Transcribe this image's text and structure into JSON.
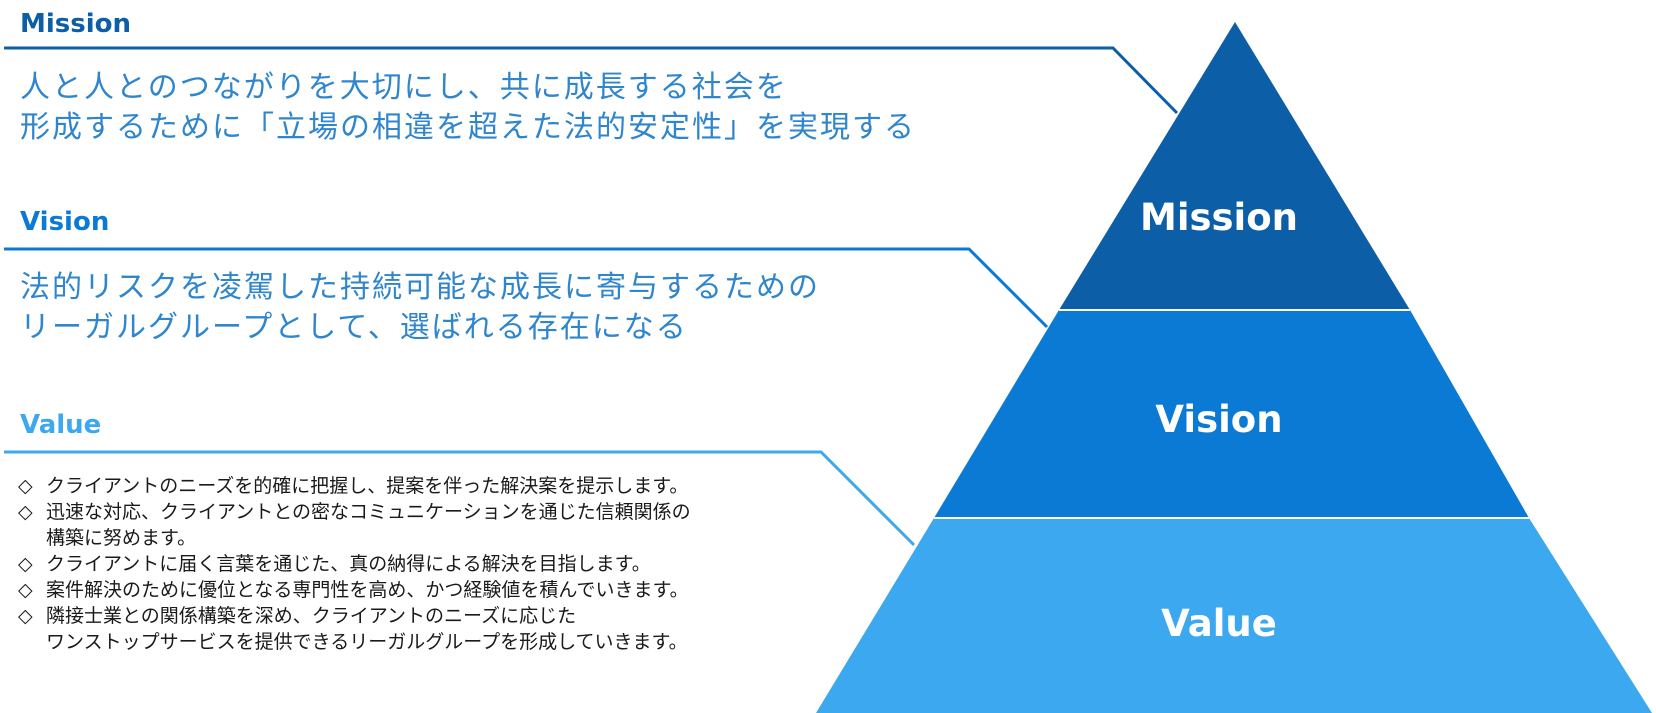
{
  "mission": {
    "heading": "Mission",
    "statement_lines": [
      "人と人とのつながりを大切にし、共に成長する社会を",
      "形成するために「立場の相違を超えた法的安定性」を実現する"
    ],
    "pyramid_label": "Mission",
    "color": "#0c5ea7"
  },
  "vision": {
    "heading": "Vision",
    "statement_lines": [
      "法的リスクを凌駕した持続可能な成長に寄与するための",
      "リーガルグループとして、選ばれる存在になる"
    ],
    "pyramid_label": "Vision",
    "color": "#0b7ad4"
  },
  "value": {
    "heading": "Value",
    "pyramid_label": "Value",
    "color": "#3ca8ef",
    "bullet": "◇",
    "items": [
      {
        "lines": [
          "クライアントのニーズを的確に把握し、提案を伴った解決案を提示します。"
        ]
      },
      {
        "lines": [
          "迅速な対応、クライアントとの密なコミュニケーションを通じた信頼関係の",
          "構築に努めます。"
        ]
      },
      {
        "lines": [
          "クライアントに届く言葉を通じた、真の納得による解決を目指します。"
        ]
      },
      {
        "lines": [
          "案件解決のために優位となる専門性を高め、かつ経験値を積んでいきます。"
        ]
      },
      {
        "lines": [
          "隣接士業との関係構築を深め、クライアントのニーズに応じた",
          "ワンストップサービスを提供できるリーガルグループを形成していきます。"
        ]
      }
    ]
  },
  "colors": {
    "mission": "#0c5ea7",
    "vision": "#0b7ad4",
    "value": "#3ca8ef",
    "statement_text": "#2f86cd",
    "body_text": "#1a1a1a"
  }
}
